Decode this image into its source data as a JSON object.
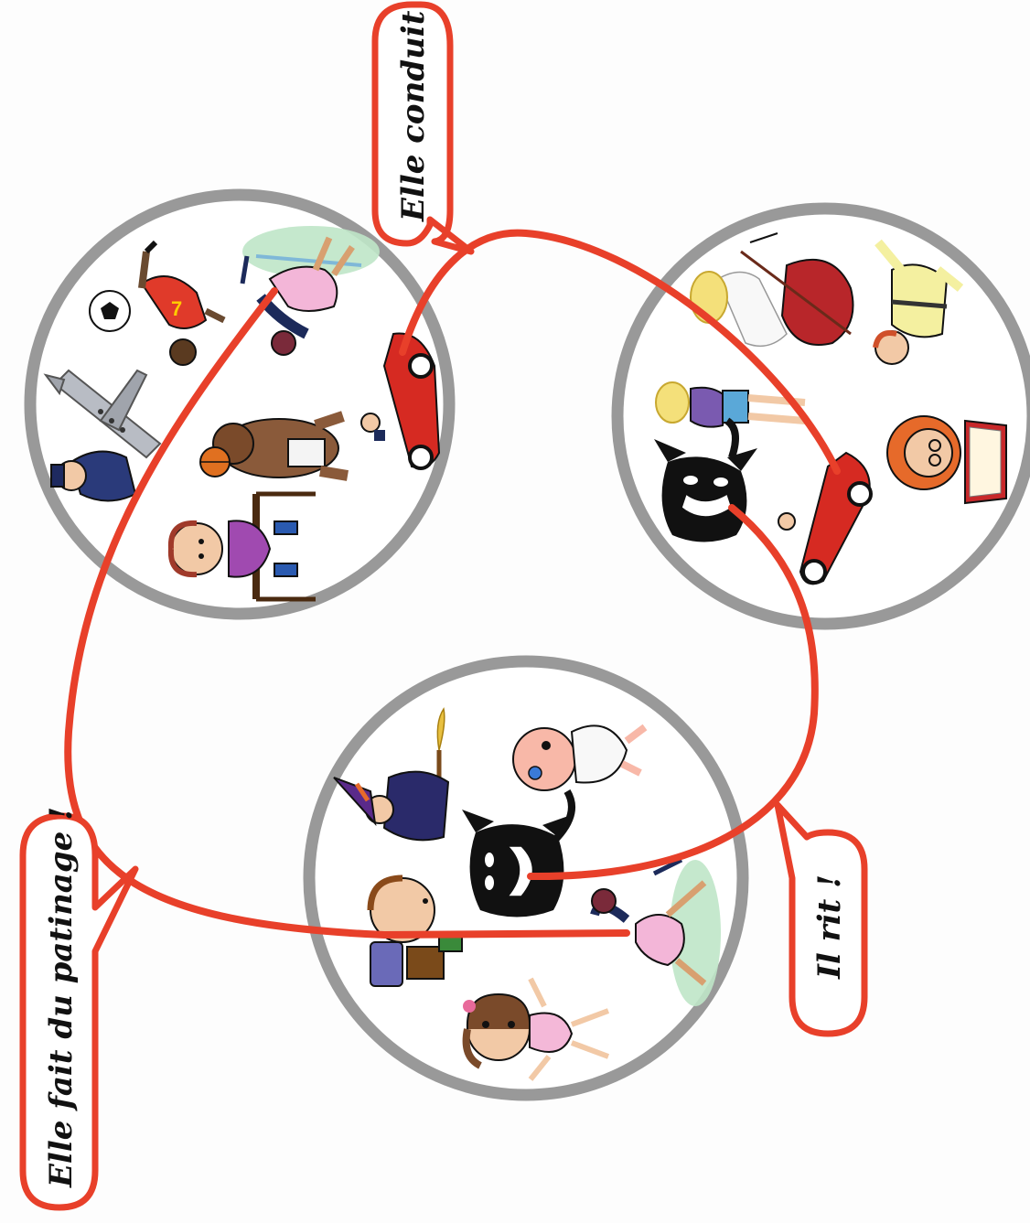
{
  "colors": {
    "background": "#fdfdfd",
    "card_border": "#999999",
    "card_fill": "#ffffff",
    "connector": "#e8402a"
  },
  "bubbles": {
    "top": {
      "text": "Elle conduit !"
    },
    "left": {
      "text": "Elle fait du patinage !"
    },
    "right": {
      "text": "Il rit !"
    }
  },
  "cards": {
    "top_left": {
      "pictures": [
        "football-player",
        "ice-skater",
        "airplane",
        "pilot",
        "red-car",
        "bear-with-basketball",
        "child-at-desk"
      ]
    },
    "top_right": {
      "pictures": [
        "woman-with-cello",
        "karate-man",
        "reclining-woman",
        "grinning-black-cat",
        "red-car",
        "girl-reading-book"
      ]
    },
    "bottom": {
      "pictures": [
        "broom",
        "crying-baby",
        "witch",
        "grinning-black-cat",
        "ice-skater",
        "boy-with-tablet",
        "doll-girl"
      ]
    }
  }
}
